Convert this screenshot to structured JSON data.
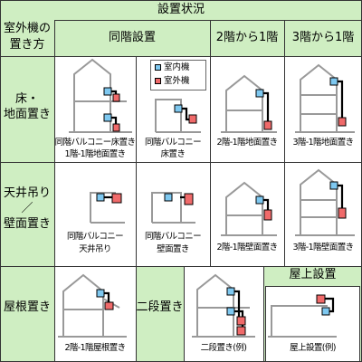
{
  "header": {
    "setting_status": "設置状況"
  },
  "row_header": {
    "line1": "室外機の",
    "line2": "置き方"
  },
  "columns": {
    "same_floor": "同階設置",
    "from2to1": "2階から1階",
    "from3to1": "3階から1階"
  },
  "legend": {
    "indoor": "室内機",
    "outdoor": "室外機"
  },
  "rows": {
    "floor_line1": "床・",
    "floor_line2": "地面置き",
    "ceiling_line1": "天井吊り",
    "ceiling_line2": "／",
    "ceiling_line3": "壁面置き",
    "roof": "屋根置き"
  },
  "captions": {
    "r1c1_line1": "同階バルコニー床置き",
    "r1c1_line2": "1階-1階地面置き",
    "r1c2_line1": "同階バルコニー",
    "r1c2_line2": "床置き",
    "r1c3": "2階-1階地面置き",
    "r1c4": "3階-1階地面置き",
    "r2c1_line1": "同階バルコニー",
    "r2c1_line2": "天井吊り",
    "r2c2_line1": "同階バルコニー",
    "r2c2_line2": "壁面置き",
    "r2c3": "2階-1階壁面置き",
    "r2c4": "3階-1階壁面置き",
    "r3c1": "2階-1階屋根置き",
    "two_stage_label": "二段置き",
    "two_stage_example": "二段置き(例)",
    "rooftop_label": "屋上設置",
    "rooftop_example": "屋上設置(例)"
  },
  "colors": {
    "header_bg": "#cfeec2",
    "grid_line": "#333333",
    "indoor_unit": "#7ec8f0",
    "outdoor_unit": "#f06a6a",
    "building": "#999999"
  }
}
